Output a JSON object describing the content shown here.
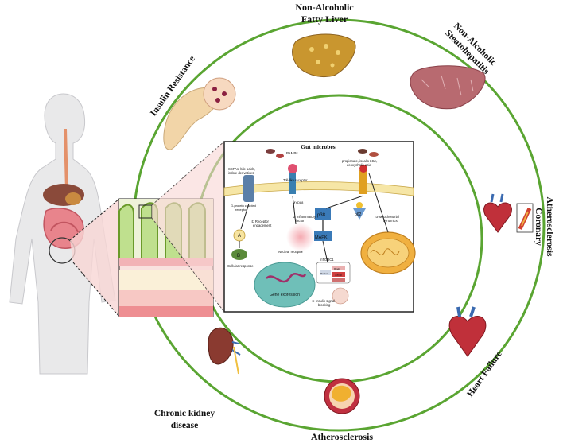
{
  "disease_labels": {
    "nafld": [
      "Non-Alcoholic",
      "Fatty Liver"
    ],
    "nash": [
      "Non-Alcoholic",
      "Steatohepatitis"
    ],
    "insulin_resistance": "Insulin Resistance",
    "coronary": [
      "Coronary",
      "Atherosclerosis"
    ],
    "heart_failure": "Heart Failure",
    "atherosclerosis": "Atherosclerosis",
    "ckd": [
      "Chronic kidney",
      "disease"
    ]
  },
  "inset": {
    "title": "Gut microbes",
    "pamps": "PAMPs",
    "scfa": [
      "SCFAs, bile acids,",
      "indole derivatives"
    ],
    "toll_like": "Toll-like receptor",
    "myd88": "MYD88",
    "gpcr": [
      "G-protein coupled",
      "receptor"
    ],
    "receptor_engagement": [
      "① Receptor",
      "engagement"
    ],
    "inflammatory": [
      "② Inflammatory",
      "factor"
    ],
    "nuclear_receptor": "Nuclear receptor",
    "node_a": "A",
    "node_b": "B",
    "cellular_response": "Cellular response",
    "gene_expression": "Gene expression",
    "propionate": [
      "propionate, isoallo LCA,",
      "deoxycholic acid"
    ],
    "p38": "p38",
    "p62": "p62",
    "mapk": "MAPK",
    "mtorc1": "mTORC1",
    "raptor": "Raptor",
    "rheb": "Rheb",
    "mtor": "mTOR",
    "mito": [
      "③ Mitochondrial",
      "dynamics"
    ],
    "insulin_blocking": [
      "④ Insulin signal",
      "blocking"
    ]
  },
  "colors": {
    "ring": "#5aa532",
    "inset_border": "#222222",
    "tissue_pink": "#f5c4c0",
    "liver": "#c9962f",
    "nash_liver": "#b86a70",
    "nucleus": "#6fbfb8",
    "mito": "#f0b040"
  }
}
